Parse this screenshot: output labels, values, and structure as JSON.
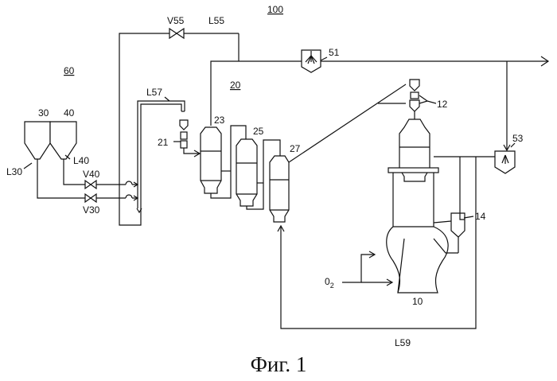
{
  "labels": {
    "l100": "100",
    "l60": "60",
    "l20": "20",
    "l30": "30",
    "l40": "40",
    "L30": "L30",
    "L40": "L40",
    "V40": "V40",
    "V30": "V30",
    "V55": "V55",
    "L55": "L55",
    "L57": "L57",
    "l51": "51",
    "l21": "21",
    "l23": "23",
    "l25": "25",
    "l27": "27",
    "l12": "12",
    "l53": "53",
    "l14": "14",
    "o2": "0",
    "o2sub": "2",
    "l10": "10",
    "L59": "L59"
  },
  "caption": "Фиг. 1"
}
